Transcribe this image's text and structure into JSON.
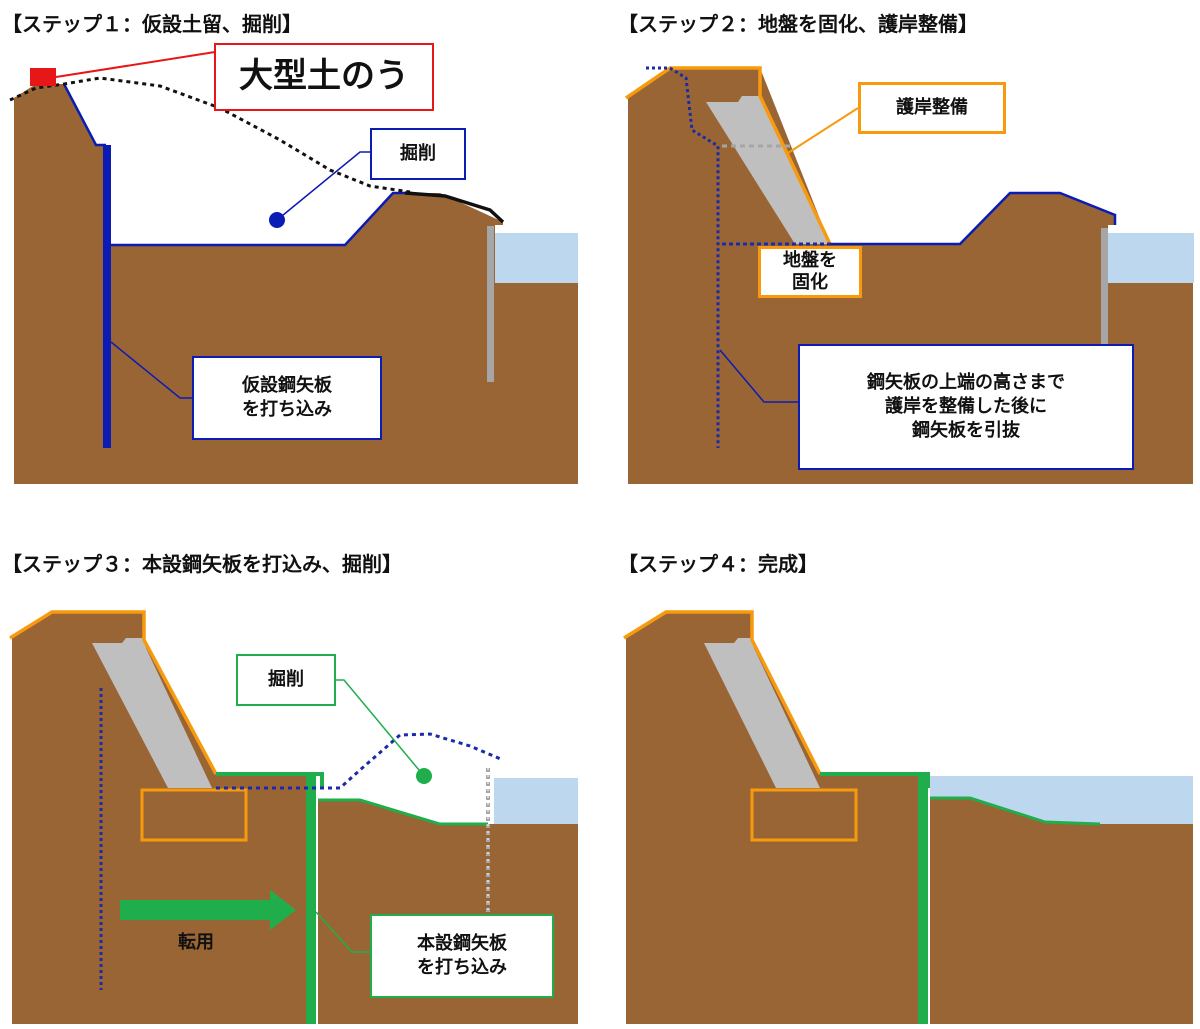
{
  "colors": {
    "soil": "#9a6534",
    "water": "#bdd7ee",
    "concrete": "#bfbfbf",
    "steel_blue": "#0b1cb5",
    "dotted_blue": "#1a2aa8",
    "orange": "#f79a0e",
    "green": "#1fae4b",
    "red": "#e81717",
    "sheet_grey": "#a6a6a6"
  },
  "step1": {
    "title": "【ステップ１：仮設土留、掘削】",
    "sandbag_label": "大型土のう",
    "excavation_label": "掘削",
    "sheetpile_label_line1": "仮設鋼矢板",
    "sheetpile_label_line2": "を打ち込み"
  },
  "step2": {
    "title": "【ステップ２：地盤を固化、護岸整備】",
    "revetment_label": "護岸整備",
    "ground_label_line1": "地盤を",
    "ground_label_line2": "固化",
    "note_line1": "鋼矢板の上端の高さまで",
    "note_line2": "護岸を整備した後に",
    "note_line3": "鋼矢板を引抜"
  },
  "step3": {
    "title": "【ステップ３：本設鋼矢板を打込み、掘削】",
    "excavation_label": "掘削",
    "reuse_label": "転用",
    "sheetpile_label_line1": "本設鋼矢板",
    "sheetpile_label_line2": "を打ち込み"
  },
  "step4": {
    "title": "【ステップ４：完成】"
  }
}
